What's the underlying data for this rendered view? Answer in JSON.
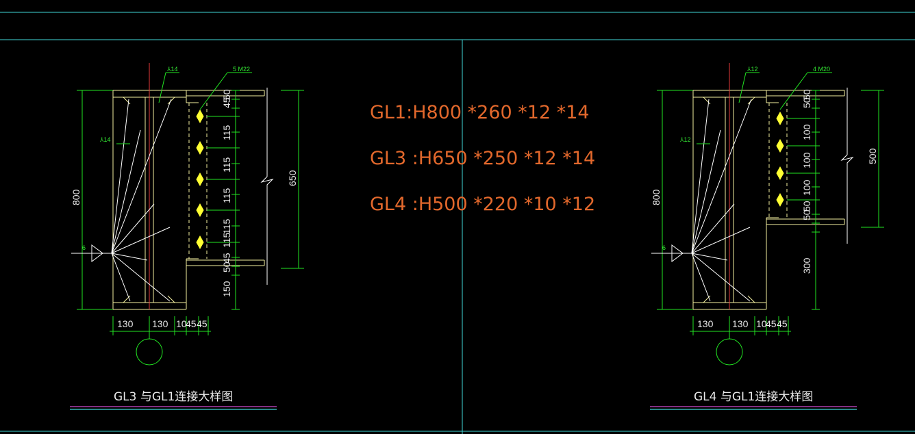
{
  "specs": [
    "GL1:H800 *260 *12 *14",
    "GL3 :H650 *250 *12 *14",
    "GL4 :H500 *220 *10 *12"
  ],
  "left_detail": {
    "title": "GL3 与GL1连接大样图",
    "bolt_note": "5 M22",
    "weld_top": "14",
    "weld_side": "14",
    "weld_size": "6",
    "height_total": "800",
    "height_beam": "650",
    "vdims": [
      "50",
      "45",
      "115",
      "115",
      "115",
      "115",
      "115",
      "45",
      "50",
      "150"
    ],
    "hdims": [
      "130",
      "130",
      "10",
      "45",
      "45"
    ]
  },
  "right_detail": {
    "title": "GL4 与GL1连接大样图",
    "bolt_note": "4 M20",
    "weld_top": "12",
    "weld_side": "12",
    "weld_size": "6",
    "height_total": "800",
    "height_beam": "500",
    "vdims": [
      "50",
      "50",
      "100",
      "100",
      "100",
      "50",
      "50",
      "300"
    ],
    "hdims": [
      "130",
      "130",
      "10",
      "45",
      "45"
    ]
  },
  "colors": {
    "background": "#000000",
    "dimension_green": "#22e622",
    "beam_yellow": "#f5f0a0",
    "axis_red": "#e53a3a",
    "bolt_yellow": "#ffff33",
    "spec_orange": "#e2682c",
    "cyan_line": "#3fd6d6",
    "magenta_line": "#d04ad0",
    "white": "#ffffff"
  }
}
